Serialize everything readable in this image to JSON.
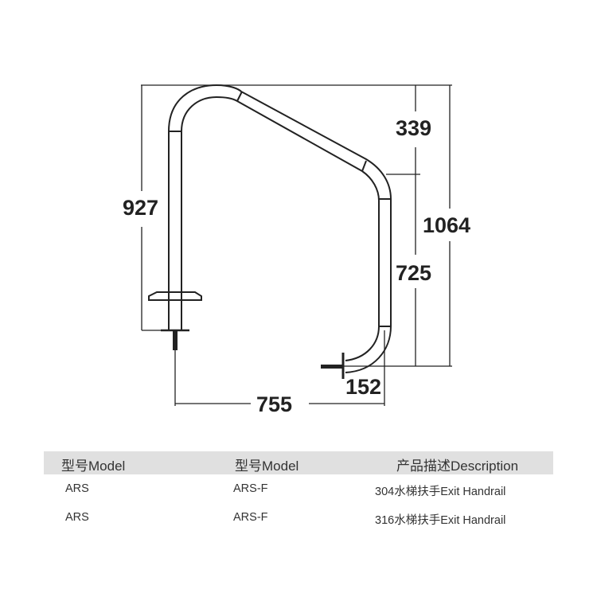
{
  "drawing": {
    "dimensions": {
      "left_height": "927",
      "top_segment": "339",
      "total_height": "1064",
      "lower_segment": "725",
      "offset": "152",
      "width": "755"
    }
  },
  "table": {
    "headers": [
      "型号Model",
      "型号Model",
      "产品描述Description"
    ],
    "rows": [
      [
        "ARS",
        "ARS-F",
        "304水梯扶手Exit Handrail"
      ],
      [
        "ARS",
        "ARS-F",
        "316水梯扶手Exit Handrail"
      ]
    ],
    "header_bg": "#e0e0e0"
  }
}
